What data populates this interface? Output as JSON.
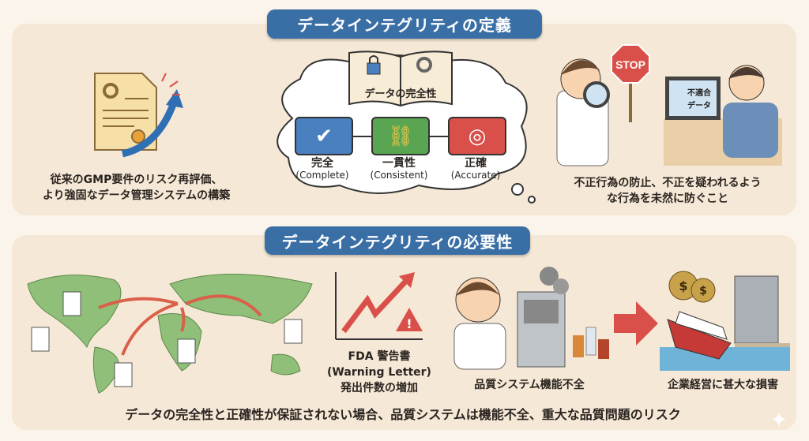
{
  "section1": {
    "title": "データインテグリティの定義",
    "left_caption_line1": "従来のGMP要件のリスク再評価、",
    "left_caption_line2": "より強固なデータ管理システムの構築",
    "book_label": "データの完全性",
    "attributes": [
      {
        "jp": "完全",
        "en": "(Complete)",
        "color": "#4a7fc0"
      },
      {
        "jp": "一貫性",
        "en": "(Consistent)",
        "color": "#5aa552"
      },
      {
        "jp": "正確",
        "en": "(Accurate)",
        "color": "#d9504a"
      }
    ],
    "stop_sign": "STOP",
    "screen_text_line1": "不適合",
    "screen_text_line2": "データ",
    "right_caption_line1": "不正行為の防止、不正を疑われるよう",
    "right_caption_line2": "な行為を未然に防ぐこと"
  },
  "section2": {
    "title": "データインテグリティの必要性",
    "fda_line1": "FDA 警告書",
    "fda_line2": "(Warning Letter)",
    "fda_line3": "発出件数の増加",
    "quality_caption": "品質システム機能不全",
    "damage_caption": "企業経営に甚大な損害",
    "bottom_text": "データの完全性と正確性が保証されない場合、品質システムは機能不全、重大な品質問題のリスク"
  },
  "colors": {
    "pill": "#3a6fa6",
    "panel": "#f6e8d6",
    "background": "#fbf4ea",
    "map": "#8fbf78",
    "arrow_red": "#d9504a"
  }
}
